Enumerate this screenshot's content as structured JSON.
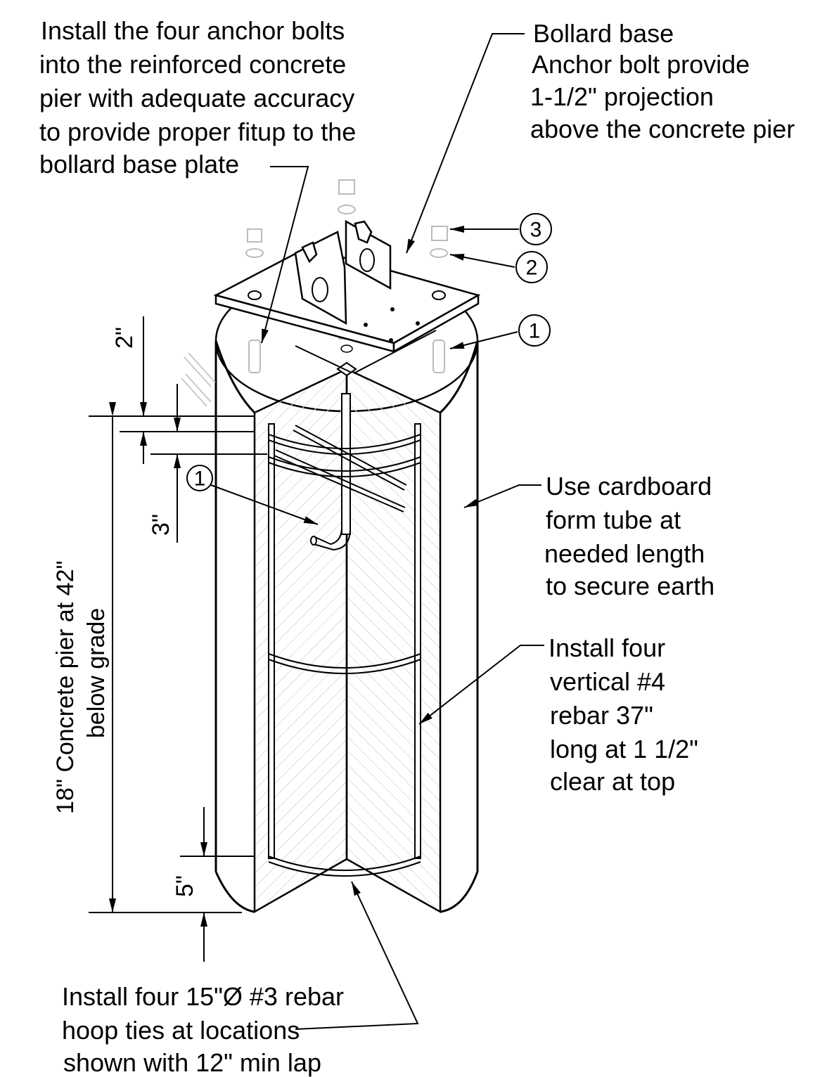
{
  "notes": {
    "anchor_install": [
      "Install the four anchor bolts",
      "into the reinforced concrete",
      "pier with adequate accuracy",
      "to provide proper fitup to the",
      "bollard base plate"
    ],
    "bollard_base": [
      "Bollard base",
      "Anchor bolt provide",
      "1-1/2\" projection",
      "above the concrete pier"
    ],
    "form_tube": [
      "Use cardboard",
      "form tube at",
      "needed length",
      "to secure earth"
    ],
    "vertical_rebar": [
      "Install four",
      "vertical #4",
      "rebar 37\"",
      "long at 1 1/2\"",
      "clear at top"
    ],
    "hoop_ties": [
      "Install four 15\"Ø #3 rebar",
      "hoop ties at locations",
      "shown with 12\" min lap"
    ]
  },
  "dimensions": {
    "top_offset": "2\"",
    "tie_spacing": "3\"",
    "bottom_offset": "5\"",
    "pier_label": [
      "18\" Concrete pier at 42\"",
      "below grade"
    ]
  },
  "balloons": {
    "nut": "3",
    "washer": "2",
    "anchor_bolt": "1",
    "hook_bar": "1"
  }
}
